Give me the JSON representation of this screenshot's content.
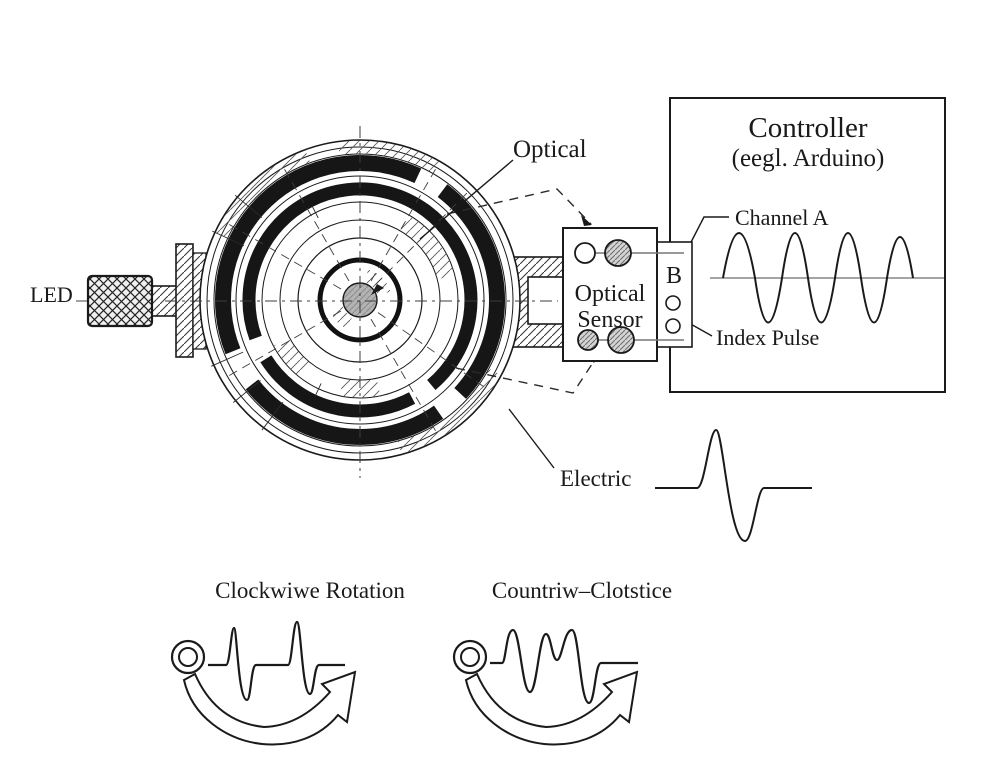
{
  "labels": {
    "led": "LED",
    "optical": "Optical",
    "electric": "Electric"
  },
  "sensor": {
    "line1": "Optical",
    "line2": "Sensor",
    "connector": "B"
  },
  "controller": {
    "title": "Controller",
    "subtitle": "(eegl. Arduino)"
  },
  "signals": {
    "channel_a": "Channel A",
    "index_pulse": "Index Pulse"
  },
  "rotation": {
    "clockwise": "Clockwiwe Rotation",
    "counter": "Countriw–Clotstice"
  },
  "icons": {
    "disk": "encoder-disk-icon",
    "knob": "led-knurled-knob-icon",
    "sine": "channel-a-sine-wave-icon",
    "pulse": "index-pulse-wave-icon",
    "cw_arrow": "clockwise-arrow-icon",
    "ccw_arrow": "counter-clockwise-arrow-icon"
  },
  "colors": {
    "ink": "#1a1a1a",
    "gray": "#7a7a7a",
    "background": "#ffffff"
  }
}
